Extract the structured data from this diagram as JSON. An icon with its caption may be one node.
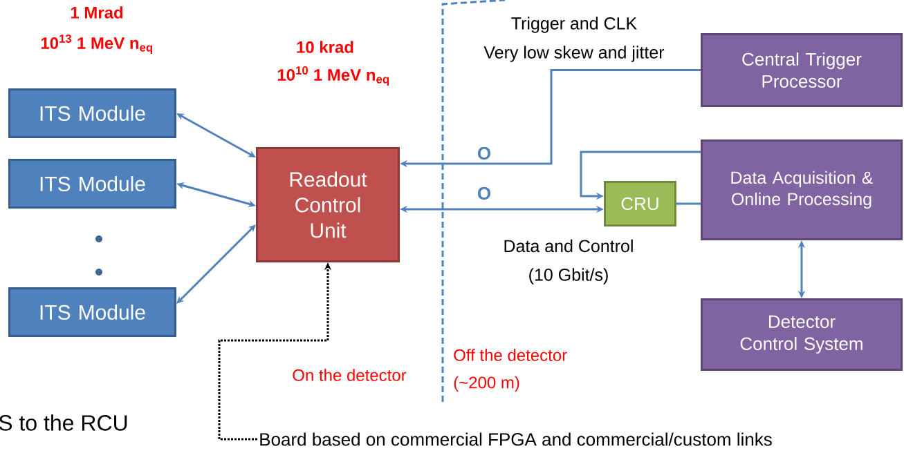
{
  "diagram": {
    "nodes": [
      {
        "text": [
          "ITS Module"
        ]
      },
      {
        "text": [
          "ITS Module"
        ]
      },
      {
        "text": [
          "ITS Module"
        ]
      },
      {
        "text": [
          "Readout Control Unit"
        ]
      },
      {
        "text": [
          "Central Trigger Processor"
        ]
      },
      {
        "text": [
          "Data Acquisition & Online Processing"
        ]
      },
      {
        "text": [
          "CRU"
        ]
      },
      {
        "text": [
          "Detector Control System"
        ]
      },
      {
        "text": [
          "Board based on commercial FPGA and commercial/custom links"
        ]
      }
    ],
    "edges": [
      {
        "from": 0,
        "to": 3,
        "arrow": "both"
      },
      {
        "from": 1,
        "to": 3,
        "arrow": "both"
      },
      {
        "from": 2,
        "to": 3,
        "arrow": "both"
      },
      {
        "from": 4,
        "to": 3,
        "arrow": "to",
        "label": "O"
      },
      {
        "from": 3,
        "to": 6,
        "arrow": "both",
        "label": "O"
      },
      {
        "from": 5,
        "to": 6,
        "arrow": "to"
      },
      {
        "from": 6,
        "to": 5,
        "arrow": "none"
      },
      {
        "from": 5,
        "to": 7,
        "arrow": "both"
      },
      {
        "from": 8,
        "to": 3,
        "arrow": "to",
        "style": "dashed",
        "color": "#000000"
      }
    ],
    "labels": [
      "1 Mrad",
      "10$^{13}$ 1 MeV n$_{eq}$",
      "10 krad",
      "10$^{10}$ 1 MeV n$_{eq}$",
      "Trigger and CLK",
      "Very low skew and jitter",
      "Data and Control",
      "(10 Gbit/s)",
      "On the detector",
      "Off the detector",
      "(~200 m)",
      "S to the RCU"
    ]
  }
}
